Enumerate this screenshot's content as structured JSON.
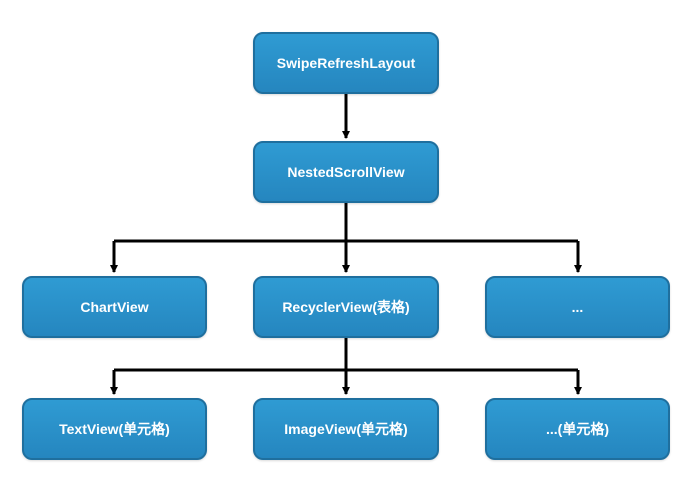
{
  "nodes": {
    "root": "SwipeRefreshLayout",
    "scroll": "NestedScrollView",
    "chart": "ChartView",
    "recycler": "RecyclerView(表格)",
    "more_level2": "...",
    "text_cell": "TextView(单元格)",
    "image_cell": "ImageView(单元格)",
    "more_cell": "...(单元格)"
  },
  "colors": {
    "node_fill": "#2a90c9",
    "node_border": "#1f6f9e",
    "node_text": "#ffffff",
    "connector": "#000000"
  }
}
